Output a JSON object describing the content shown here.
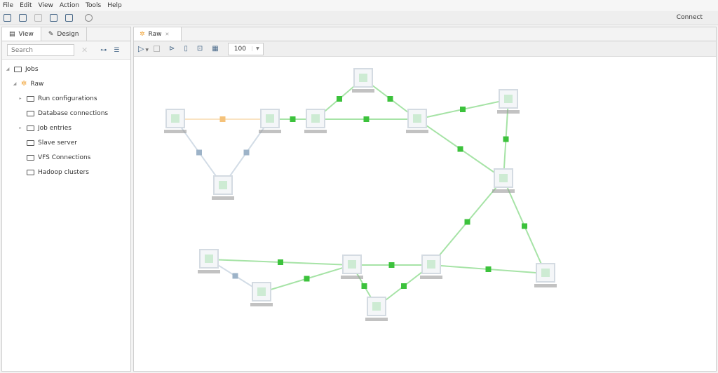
{
  "menu": [
    "File",
    "Edit",
    "View",
    "Action",
    "Tools",
    "Help"
  ],
  "toolbar": {
    "connect": "Connect"
  },
  "left": {
    "tabs": [
      "View",
      "Design"
    ],
    "search_placeholder": "Search",
    "tree": {
      "root": "Jobs",
      "job": "Raw",
      "items": [
        {
          "label": "Run configurations",
          "expandable": true
        },
        {
          "label": "Database connections",
          "expandable": false
        },
        {
          "label": "Job entries",
          "expandable": true
        },
        {
          "label": "Slave server",
          "expandable": false
        },
        {
          "label": "VFS Connections",
          "expandable": false
        },
        {
          "label": "Hadoop clusters",
          "expandable": false
        }
      ]
    }
  },
  "editor": {
    "tab": "Raw",
    "zoom": "100"
  },
  "colors": {
    "hop_ok": "#3cc23c",
    "hop_uncond": "#9db3c8",
    "hop_orange": "#f5c27a",
    "node": "#d4dbe2"
  }
}
